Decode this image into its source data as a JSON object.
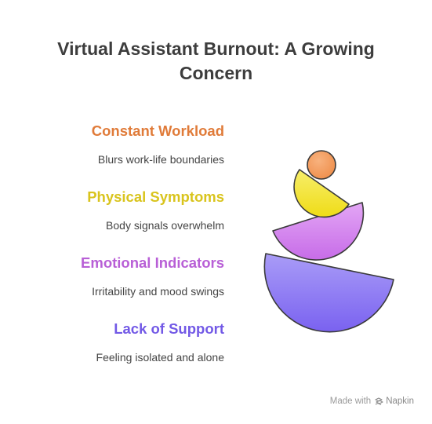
{
  "title": {
    "line1": "Virtual Assistant Burnout: A Growing",
    "line2": "Concern"
  },
  "items": [
    {
      "heading": "Constant Workload",
      "description": "Blurs work-life boundaries",
      "color": "#e07b39"
    },
    {
      "heading": "Physical Symptoms",
      "description": "Body signals overwhelm",
      "color": "#d9c41d"
    },
    {
      "heading": "Emotional Indicators",
      "description": "Irritability and mood swings",
      "color": "#b85fd6"
    },
    {
      "heading": "Lack of Support",
      "description": "Feeling isolated and alone",
      "color": "#7259e6"
    }
  ],
  "illustration": {
    "shapes": [
      "circle-orange",
      "bowl-yellow",
      "bowl-purple",
      "bowl-violet"
    ],
    "colors": {
      "orange": "#f59e62",
      "yellow": "#f4e430",
      "purple": "#d37ff0",
      "violet": "#8f7cf5",
      "outline": "#3a3a3a"
    }
  },
  "footer": {
    "prefix": "Made with",
    "brand": "Napkin"
  }
}
